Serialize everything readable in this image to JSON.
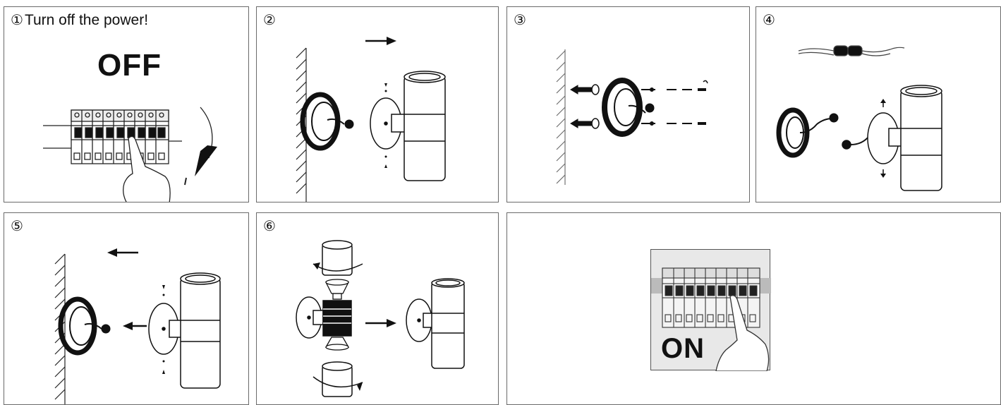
{
  "steps": [
    {
      "number": "①",
      "title": "Turn off the power!",
      "label": "OFF"
    },
    {
      "number": "②"
    },
    {
      "number": "③"
    },
    {
      "number": "④"
    },
    {
      "number": "⑤"
    },
    {
      "number": "⑥"
    },
    {
      "label": "ON"
    }
  ],
  "icons": {
    "step1": [
      "breaker-panel-icon",
      "hand-pointer-icon",
      "rotate-arrow-icon"
    ],
    "step2": [
      "wall-hatch-icon",
      "mounting-base-icon",
      "wall-lamp-icon",
      "arrow-right-icon"
    ],
    "step3": [
      "wall-hatch-icon",
      "wall-plug-icon",
      "screw-icon",
      "mounting-base-icon"
    ],
    "step4": [
      "wire-connector-icon",
      "mounting-base-icon",
      "wall-lamp-icon"
    ],
    "step5": [
      "wall-hatch-icon",
      "mounting-base-icon",
      "wall-lamp-icon",
      "arrow-left-icon"
    ],
    "step6": [
      "lamp-cap-icon",
      "bulb-icon",
      "lamp-body-icon",
      "wall-lamp-icon",
      "arrow-right-icon"
    ],
    "step7": [
      "breaker-panel-icon",
      "hand-pointer-icon"
    ]
  }
}
